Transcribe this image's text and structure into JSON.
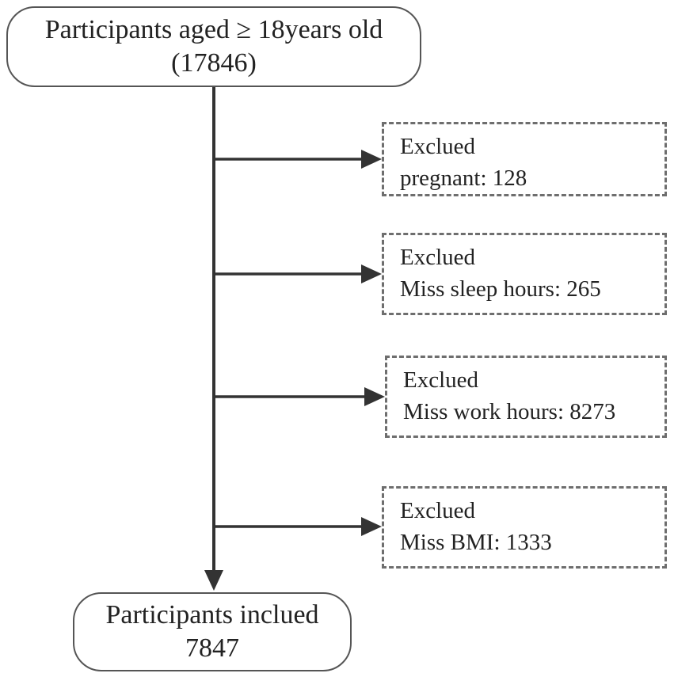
{
  "start": {
    "line1": "Participants aged ≥ 18years old",
    "line2": "(17846)"
  },
  "exclusions": [
    {
      "heading": "Exclued",
      "detail": "pregnant: 128"
    },
    {
      "heading": "Exclued",
      "detail": "Miss sleep hours: 265"
    },
    {
      "heading": "Exclued",
      "detail": "Miss work hours: 8273"
    },
    {
      "heading": "Exclued",
      "detail": "Miss BMI: 1333"
    }
  ],
  "end": {
    "line1": "Participants inclued",
    "line2": "7847"
  },
  "colors": {
    "connector": "#333333",
    "box_border": "#555555",
    "dashed_border": "#6e6e6e"
  }
}
